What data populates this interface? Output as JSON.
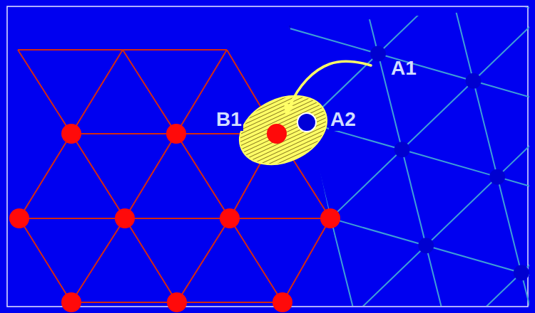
{
  "diagram": {
    "labels": [
      "A1",
      "B1",
      "A2"
    ]
  }
}
